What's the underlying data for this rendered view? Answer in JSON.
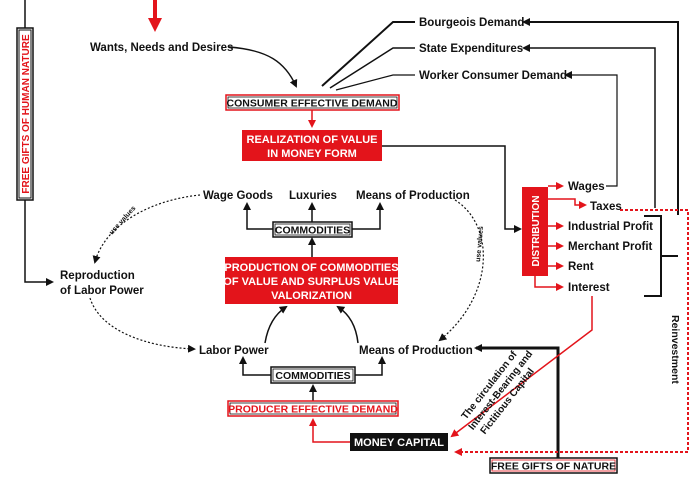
{
  "colors": {
    "red": "#e3141b",
    "black": "#111111"
  },
  "labels": {
    "free_gifts_human_nature": "FREE GIFTS OF HUMAN NATURE",
    "wants": "Wants, Needs and Desires",
    "consumer_demand": "CONSUMER EFFECTIVE DEMAND",
    "realization_1": "REALIZATION OF VALUE",
    "realization_2": "IN MONEY FORM",
    "wage_goods": "Wage Goods",
    "luxuries": "Luxuries",
    "means_top": "Means of Production",
    "commodities_top": "COMMODITIES",
    "production_1": "PRODUCTION OF COMMODITIES",
    "production_2": "OF VALUE AND SURPLUS VALUE",
    "production_3": "VALORIZATION",
    "reproduction_1": "Reproduction",
    "reproduction_2": "of Labor Power",
    "use_values_left": "use values",
    "use_values_right": "use values",
    "labor_power": "Labor Power",
    "means_bottom": "Means of Production",
    "commodities_bottom": "COMMODITIES",
    "producer_demand": "PRODUCER EFFECTIVE DEMAND",
    "money_capital": "MONEY CAPITAL",
    "free_gifts_nature": "FREE GIFTS OF NATURE",
    "bourgeois_demand": "Bourgeois Demand",
    "state_expenditures": "State Expenditures",
    "worker_demand": "Worker Consumer Demand",
    "distribution": "DISTRIBUTION",
    "wages": "Wages",
    "taxes": "Taxes",
    "industrial_profit": "Industrial Profit",
    "merchant_profit": "Merchant Profit",
    "rent": "Rent",
    "interest": "Interest",
    "circulation_1": "The circulation of",
    "circulation_2": "Interest-Bearing and",
    "circulation_3": "Fictitious Capital",
    "reinvestment": "Reinvestment"
  }
}
